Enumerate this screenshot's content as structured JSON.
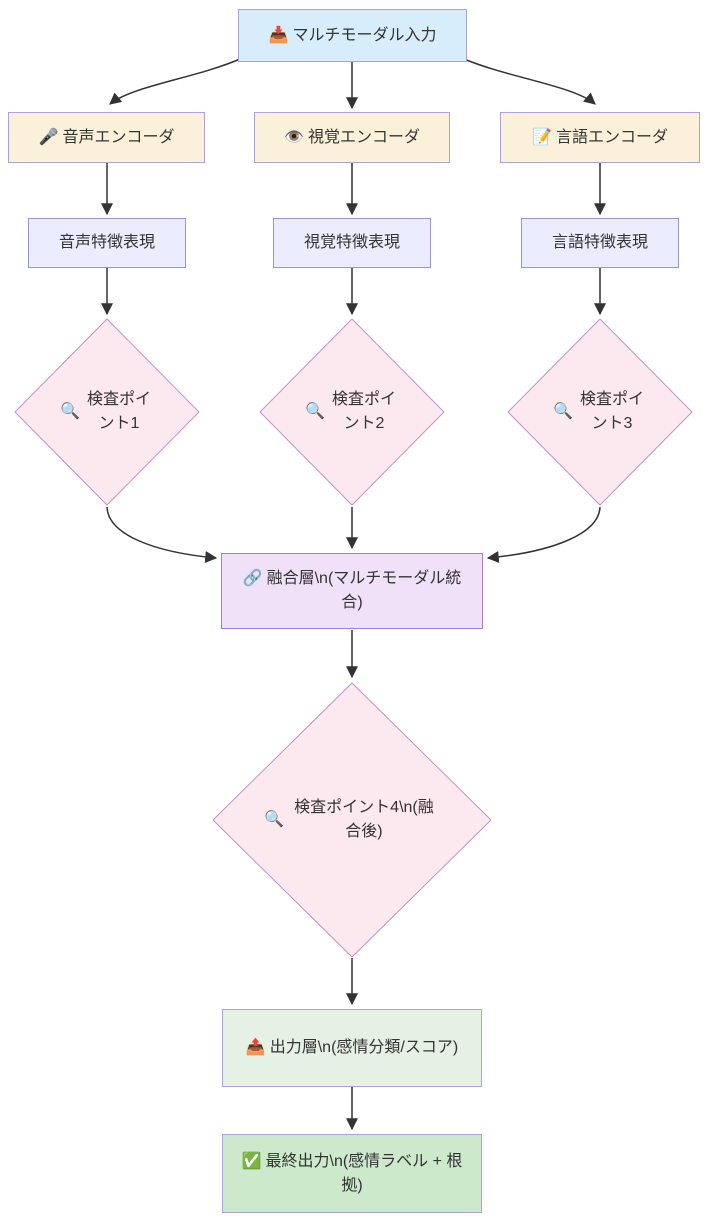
{
  "diagram": {
    "kind": "flowchart-top-down",
    "colors": {
      "background": "#ffffff",
      "edge": "#333333",
      "text": "#333333",
      "input_fill": "#d8edfb",
      "encoder_fill": "#fbf0da",
      "feature_fill": "#ececff",
      "checkpoint_fill": "#fce9ef",
      "checkpoint_stroke": "#bd93ce",
      "fusion_fill": "#f0e1f8",
      "output_fill": "#e4f1e4",
      "final_fill": "#cde9cc",
      "rect_stroke": "#a9a2dc"
    },
    "nodes": {
      "input": {
        "icon": "inbox-tray-icon",
        "icon_char": "📥",
        "label": "マルチモーダル入力"
      },
      "audio_encoder": {
        "icon": "microphone-icon",
        "icon_char": "🎤",
        "label": "音声エンコーダ"
      },
      "visual_encoder": {
        "icon": "eye-icon",
        "icon_char": "👁️",
        "label": "視覚エンコーダ"
      },
      "language_encoder": {
        "icon": "memo-pencil-icon",
        "icon_char": "📝",
        "label": "言語エンコーダ"
      },
      "audio_features": {
        "label": "音声特徴表現"
      },
      "visual_features": {
        "label": "視覚特徴表現"
      },
      "language_features": {
        "label": "言語特徴表現"
      },
      "checkpoint1": {
        "icon": "magnifier-icon",
        "icon_char": "🔍",
        "label": "検査ポイント1"
      },
      "checkpoint2": {
        "icon": "magnifier-icon",
        "icon_char": "🔍",
        "label": "検査ポイント2"
      },
      "checkpoint3": {
        "icon": "magnifier-icon",
        "icon_char": "🔍",
        "label": "検査ポイント3"
      },
      "fusion": {
        "icon": "link-icon",
        "icon_char": "🔗",
        "label": "融合層\\n(マルチモーダル統合)"
      },
      "checkpoint4": {
        "icon": "magnifier-icon",
        "icon_char": "🔍",
        "label": "検査ポイント4\\n(融合後)"
      },
      "output_layer": {
        "icon": "outbox-tray-icon",
        "icon_char": "📤",
        "label": "出力層\\n(感情分類/スコア)"
      },
      "final_output": {
        "icon": "check-mark-icon",
        "icon_char": "✅",
        "label": "最終出力\\n(感情ラベル + 根拠)"
      }
    },
    "edges": [
      {
        "from": "input",
        "to": "audio_encoder"
      },
      {
        "from": "input",
        "to": "visual_encoder"
      },
      {
        "from": "input",
        "to": "language_encoder"
      },
      {
        "from": "audio_encoder",
        "to": "audio_features"
      },
      {
        "from": "visual_encoder",
        "to": "visual_features"
      },
      {
        "from": "language_encoder",
        "to": "language_features"
      },
      {
        "from": "audio_features",
        "to": "checkpoint1"
      },
      {
        "from": "visual_features",
        "to": "checkpoint2"
      },
      {
        "from": "language_features",
        "to": "checkpoint3"
      },
      {
        "from": "checkpoint1",
        "to": "fusion"
      },
      {
        "from": "checkpoint2",
        "to": "fusion"
      },
      {
        "from": "checkpoint3",
        "to": "fusion"
      },
      {
        "from": "fusion",
        "to": "checkpoint4"
      },
      {
        "from": "checkpoint4",
        "to": "output_layer"
      },
      {
        "from": "output_layer",
        "to": "final_output"
      }
    ]
  }
}
